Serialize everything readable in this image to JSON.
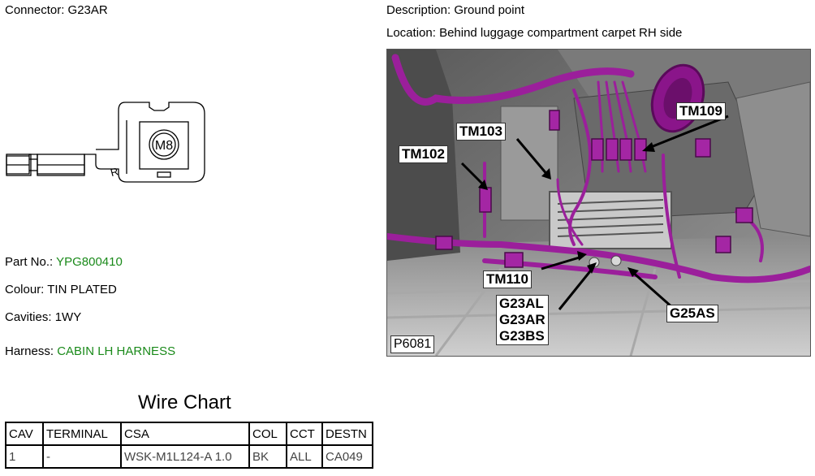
{
  "connector": {
    "label": "Connector:",
    "value": "G23AR"
  },
  "description": {
    "label": "Description:",
    "value": "Ground point"
  },
  "location": {
    "label": "Location:",
    "value": "Behind luggage compartment carpet RH side"
  },
  "part_no": {
    "label": "Part No.:",
    "value": "YPG800410"
  },
  "colour": {
    "label": "Colour:",
    "value": "TIN PLATED"
  },
  "cavities": {
    "label": "Cavities:",
    "value": "1WY"
  },
  "harness": {
    "label": "Harness:",
    "value": "CABIN LH HARNESS"
  },
  "connector_drawing": {
    "stud_label": "M8",
    "side_mark": "R"
  },
  "photo": {
    "code": "P6081",
    "callouts": [
      "TM109",
      "TM103",
      "TM102",
      "TM110",
      "G23AL",
      "G23AR",
      "G23BS",
      "G25AS"
    ]
  },
  "wire_chart": {
    "title": "Wire Chart",
    "headers": [
      "CAV",
      "TERMINAL",
      "CSA",
      "COL",
      "CCT",
      "DESTN"
    ],
    "rows": [
      [
        "1",
        "-",
        "WSK-M1L124-A 1.0",
        "BK",
        "ALL",
        "CA049"
      ]
    ]
  },
  "colors": {
    "link_green": "#1a8a1a",
    "harness_purple": "#9b1f9b"
  }
}
